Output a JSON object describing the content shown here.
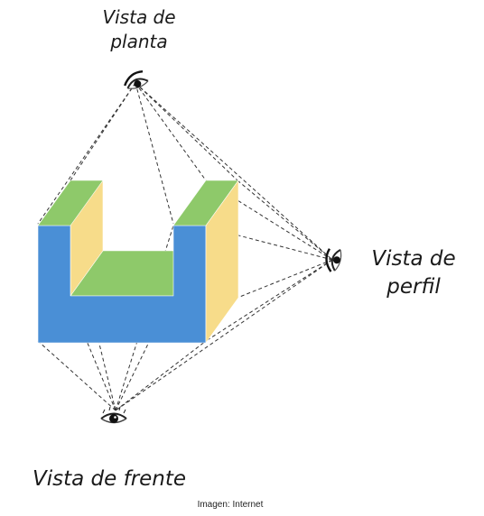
{
  "labels": {
    "top_view": {
      "line1": "Vista de",
      "line2": "planta"
    },
    "side_view": {
      "line1": "Vista de",
      "line2": "perfil"
    },
    "front_view": "Vista de frente"
  },
  "credit": "Imagen: Internet",
  "colors": {
    "front_face": "#4a8fd6",
    "side_face": "#f7dc8a",
    "top_face": "#8ec96a",
    "projection_lines": "#333333",
    "label_text": "#1a1a1a"
  },
  "icons": {
    "top_eye": "eye-icon",
    "side_eye": "eye-icon",
    "front_eye": "eye-icon"
  }
}
